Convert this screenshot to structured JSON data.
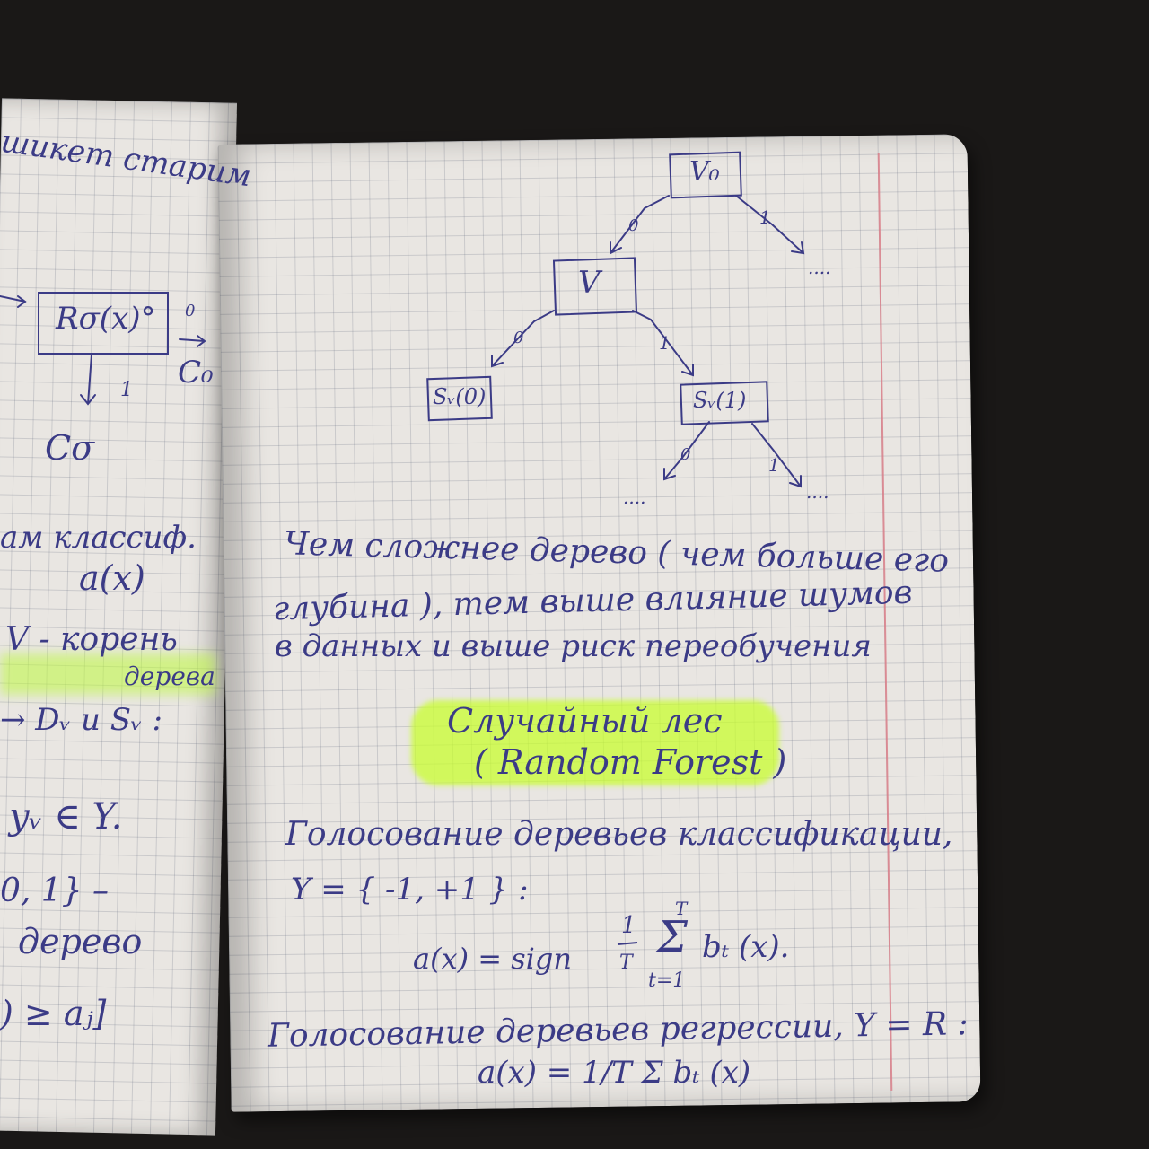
{
  "left_page": {
    "top_fragment": "шикет старим",
    "node_label": "Rσ(x)°",
    "zero_label": "0",
    "one_label": "1",
    "c0": "C₀",
    "c1": "Cσ",
    "classifier_fragment": "ам классиф.",
    "a_of_x": "a(x)",
    "root_fragment": "V - корень",
    "tree_fragment": "дерева",
    "split_fragment": "→ Dᵥ и Sᵥ :",
    "yv_fragment": "yᵥ ∈ Y.",
    "set_fragment": "0, 1} –",
    "tree_word": "дерево",
    "ineq_fragment": ") ≥ aⱼ]"
  },
  "tree": {
    "root": "V₀",
    "node": "V",
    "left_leaf": "Sᵥ(0)",
    "right_leaf": "Sᵥ(1)",
    "edge_zero": "0",
    "edge_one": "1",
    "ellipsis": "...."
  },
  "notes": {
    "line1": "Чем сложнее дерево ( чем больше его",
    "line2": "глубина ), тем выше влияние шумов",
    "line3": "в данных и выше риск переобучения",
    "heading1": "Случайный лес",
    "heading2": "( Random Forest )",
    "voting_classification": "Голосование деревьев классификации,",
    "y_set": "Y = { -1, +1 } :",
    "formula1_lhs": "a(x) = sign",
    "formula1_frac_num": "1",
    "formula1_frac_den": "T",
    "formula1_sum": "Σ",
    "formula1_sum_top": "T",
    "formula1_sum_bottom": "t=1",
    "formula1_term": "bₜ (x).",
    "voting_regression": "Голосование деревьев регрессии, Y = R :",
    "formula2": "a(x) = 1/T Σ bₜ (x)"
  },
  "colors": {
    "ink": "#3b3b86",
    "highlighter": "#c8ff28",
    "paper": "#e9e6e2",
    "margin": "#d97f89"
  }
}
